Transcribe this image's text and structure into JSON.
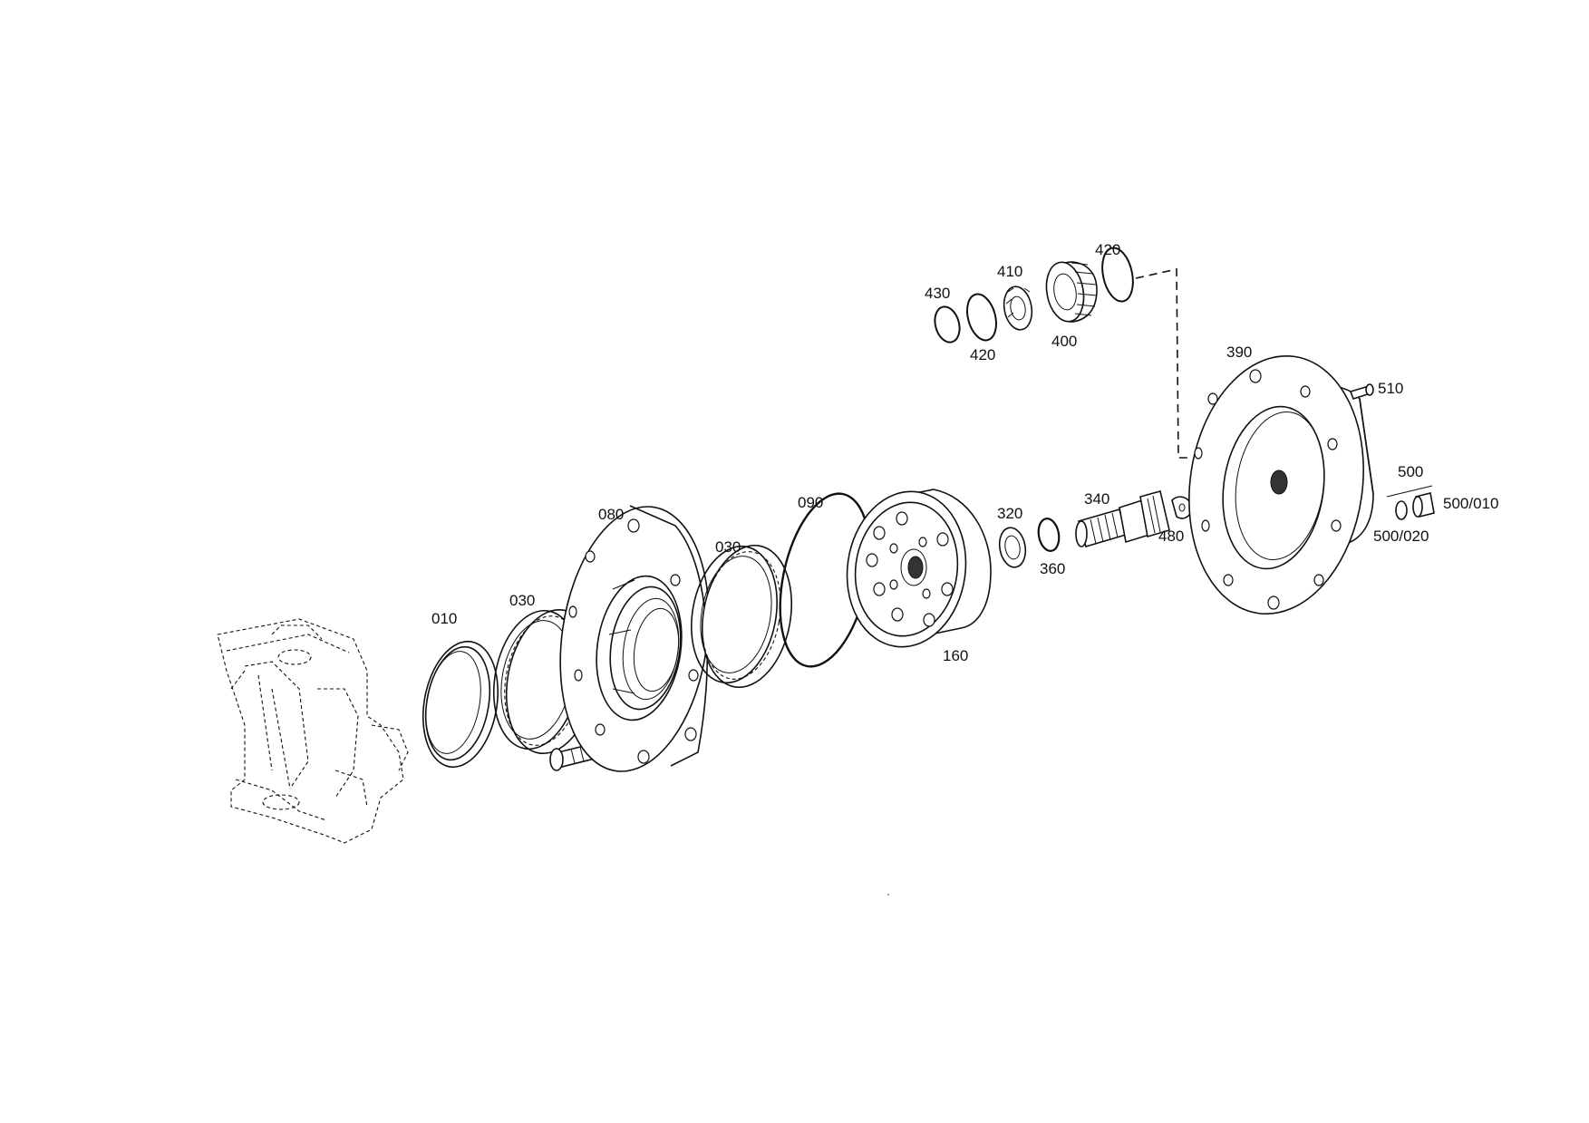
{
  "labels": {
    "p010": "010",
    "p030a": "030",
    "p030b": "030",
    "p080": "080",
    "p090": "090",
    "p160": "160",
    "p320": "320",
    "p340": "340",
    "p360": "360",
    "p390": "390",
    "p400": "400",
    "p410": "410",
    "p420a": "420",
    "p420b": "420",
    "p430": "430",
    "p480": "480",
    "p500": "500",
    "p500_010": "500/010",
    "p500_020": "500/020",
    "p510": "510"
  }
}
